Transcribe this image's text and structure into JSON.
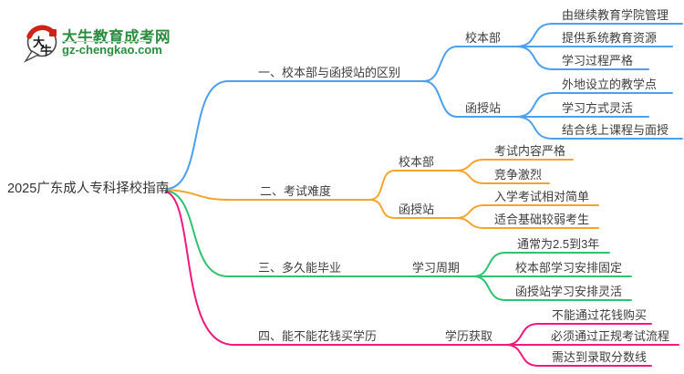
{
  "logo": {
    "title": "大牛教育成考网",
    "url": "gz-chengkao.com",
    "bubble_chars_top": "大",
    "bubble_chars_bottom": "牛",
    "brand_green": "#2a8c3e",
    "seal_red": "#cf2318"
  },
  "root": {
    "title": "2025广东成人专科择校指南"
  },
  "colors": {
    "blue": "#4d9fef",
    "orange": "#f6a42c",
    "green": "#2ec46f",
    "pink": "#f2187e"
  },
  "branches": [
    {
      "label": "一、校本部与函授站的区别",
      "color": "#4d9fef",
      "groups": [
        {
          "label": "校本部",
          "leaves": [
            "由继续教育学院管理",
            "提供系统教育资源",
            "学习过程严格"
          ]
        },
        {
          "label": "函授站",
          "leaves": [
            "外地设立的教学点",
            "学习方式灵活",
            "结合线上课程与面授"
          ]
        }
      ]
    },
    {
      "label": "二、考试难度",
      "color": "#f6a42c",
      "groups": [
        {
          "label": "校本部",
          "leaves": [
            "考试内容严格",
            "竞争激烈"
          ]
        },
        {
          "label": "函授站",
          "leaves": [
            "入学考试相对简单",
            "适合基础较弱考生"
          ]
        }
      ]
    },
    {
      "label": "三、多久能毕业",
      "color": "#2ec46f",
      "groups": [
        {
          "label": "学习周期",
          "leaves": [
            "通常为2.5到3年",
            "校本部学习安排固定",
            "函授站学习安排灵活"
          ]
        }
      ]
    },
    {
      "label": "四、能不能花钱买学历",
      "color": "#f2187e",
      "groups": [
        {
          "label": "学历获取",
          "leaves": [
            "不能通过花钱购买",
            "必须通过正规考试流程",
            "需达到录取分数线"
          ]
        }
      ]
    }
  ]
}
